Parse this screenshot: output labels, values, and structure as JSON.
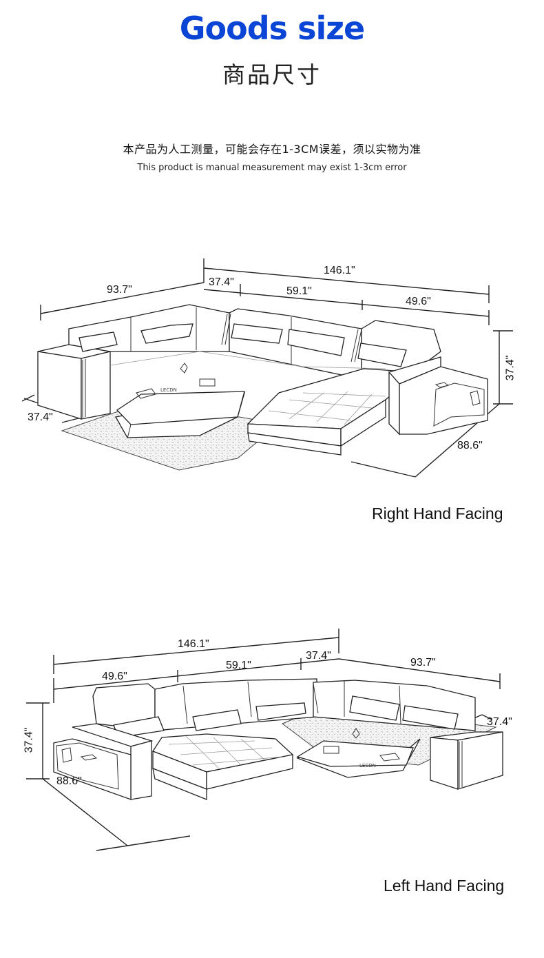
{
  "header": {
    "title": "Goods size",
    "subtitle_cn": "商品尺寸",
    "notice_cn": "本产品为人工测量，可能会存在1-3CM误差，须以实物为准",
    "notice_en": "This product is manual measurement may exist 1-3cm error",
    "title_color": "#0a45d6"
  },
  "diagrams": [
    {
      "caption": "Right Hand Facing",
      "dimensions": {
        "overall_width": "146.1\"",
        "left_section": "93.7\"",
        "corner": "37.4\"",
        "middle": "59.1\"",
        "chaise": "49.6\"",
        "height": "37.4\"",
        "arm_depth": "37.4\"",
        "chaise_length": "88.6\""
      }
    },
    {
      "caption": "Left Hand Facing",
      "dimensions": {
        "overall_width": "146.1\"",
        "chaise": "49.6\"",
        "middle": "59.1\"",
        "corner": "37.4\"",
        "right_section": "93.7\"",
        "height": "37.4\"",
        "chaise_length": "88.6\"",
        "arm_depth": "37.4\""
      }
    }
  ]
}
